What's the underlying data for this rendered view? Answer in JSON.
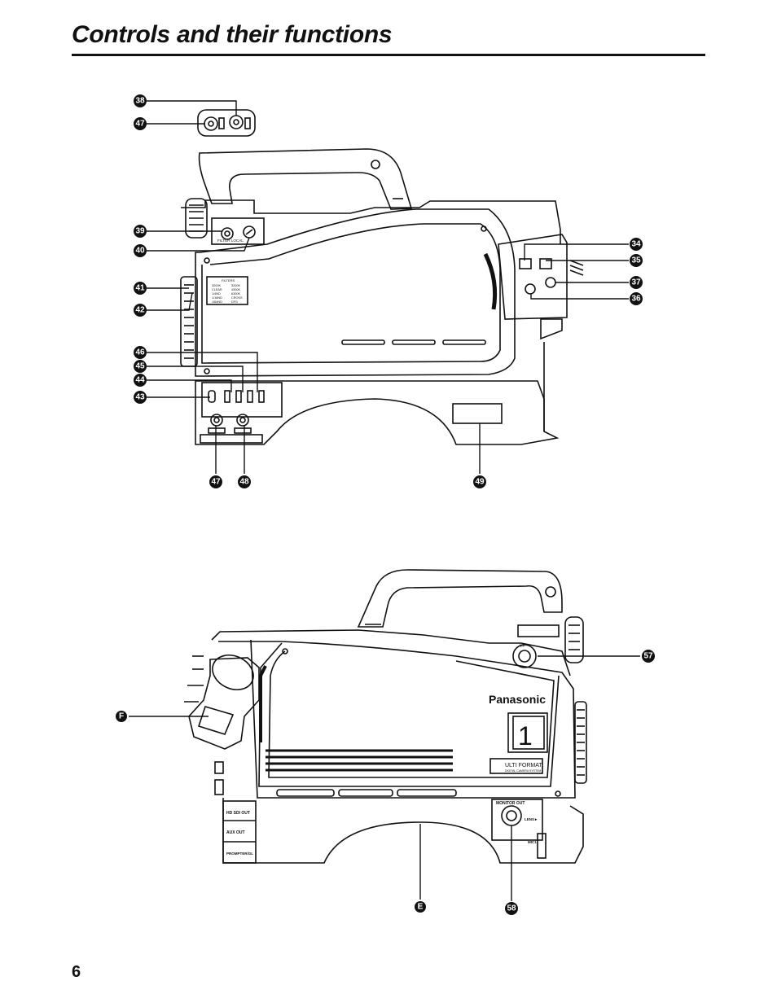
{
  "page": {
    "title": "Controls and their functions",
    "page_number": "6"
  },
  "callouts_top": [
    "38",
    "47",
    "39",
    "40",
    "41",
    "42",
    "46",
    "45",
    "44",
    "43",
    "34",
    "35",
    "37",
    "36",
    "47",
    "48",
    "49"
  ],
  "callouts_bottom": [
    "57",
    "F",
    "E",
    "58"
  ],
  "camera_top": {
    "panel_labels": {
      "filter_local": "FILTER LOCAL",
      "filters_header": "FILTERS",
      "filter_left": [
        "3200K",
        "CLEAR",
        "1/4ND",
        "1/16ND",
        "1/64ND"
      ],
      "filter_right": [
        "3200K",
        "4300K",
        "6300K",
        "CROSS",
        "DFG"
      ]
    }
  },
  "camera_bottom": {
    "brand": "Panasonic",
    "slot_number": "1",
    "multi_format": "ULTI FORMAT",
    "multi_format_sub": "DIGITAL CAMERA SYSTEM",
    "vf_label": "VF",
    "monitor_out": "MONITOR OUT",
    "lens": "LENS►",
    "mic1": "MIC1",
    "hd_sdi_out": "HD SDI OUT",
    "aux_out": "AUX OUT",
    "prompter": "PROMPTER/GL"
  }
}
